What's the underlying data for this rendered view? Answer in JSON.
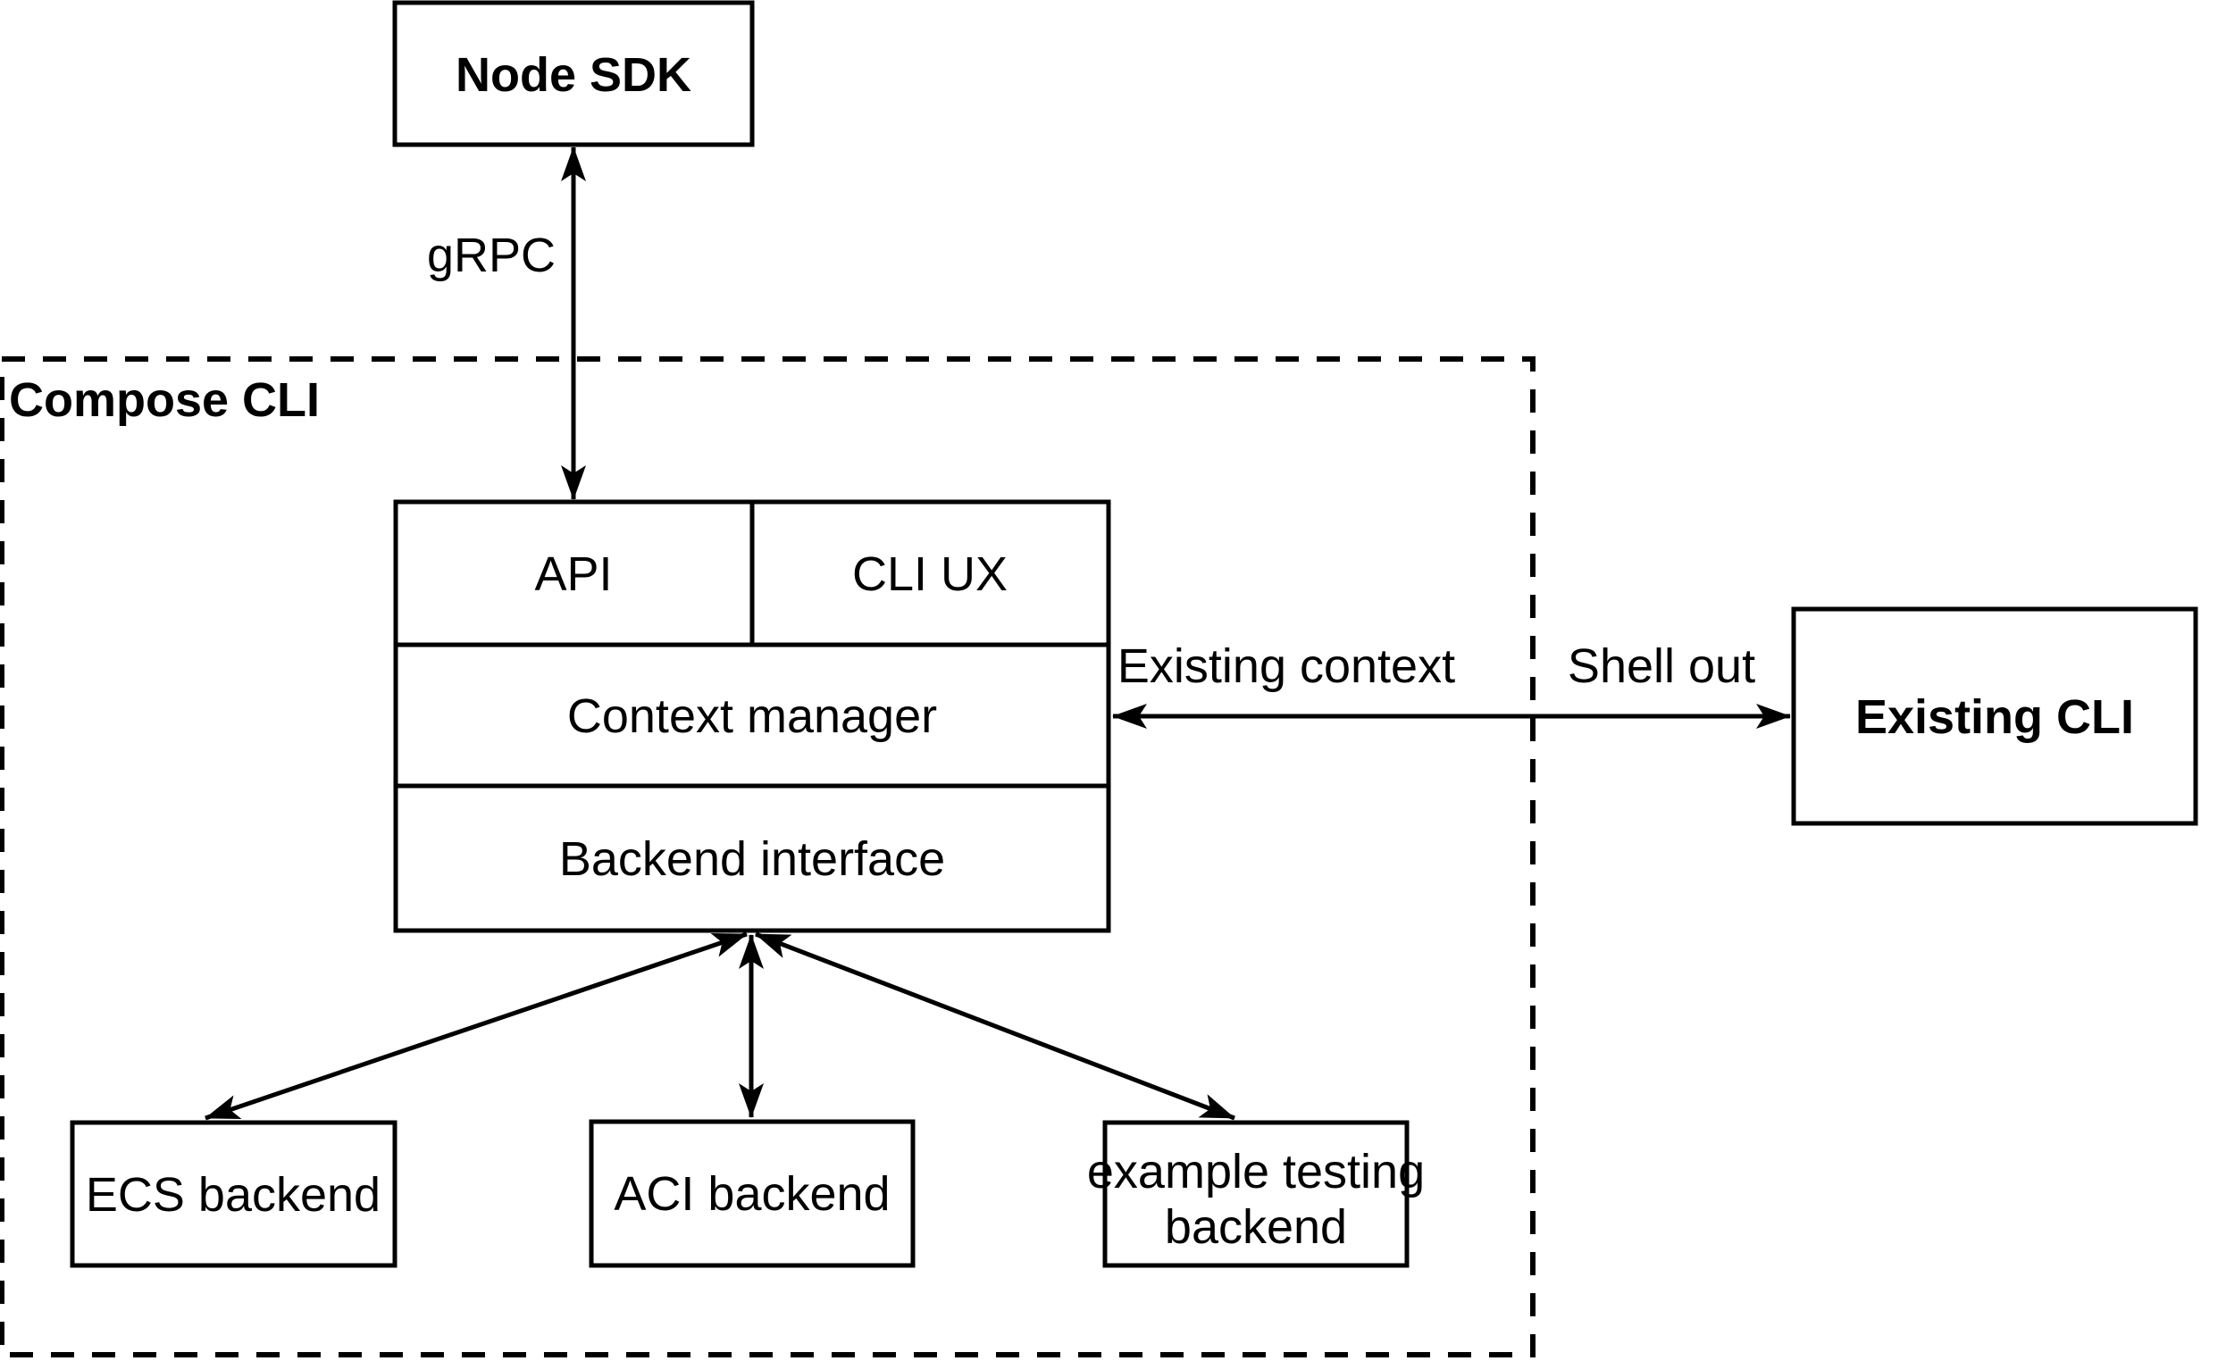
{
  "colors": {
    "stroke": "#000000",
    "background": "#ffffff"
  },
  "container": {
    "label": "Compose CLI"
  },
  "nodes": {
    "node_sdk": {
      "label": "Node SDK"
    },
    "api": {
      "label": "API"
    },
    "cli_ux": {
      "label": "CLI UX"
    },
    "context_manager": {
      "label": "Context manager"
    },
    "backend_interface": {
      "label": "Backend interface"
    },
    "existing_cli": {
      "label": "Existing CLI"
    },
    "ecs_backend": {
      "label": "ECS backend"
    },
    "aci_backend": {
      "label": "ACI backend"
    },
    "example_backend": {
      "label_lines": [
        "example testing",
        "backend"
      ]
    }
  },
  "edges": {
    "grpc": {
      "label": "gRPC"
    },
    "existing_context": {
      "label": "Existing context"
    },
    "shell_out": {
      "label": "Shell out"
    }
  }
}
